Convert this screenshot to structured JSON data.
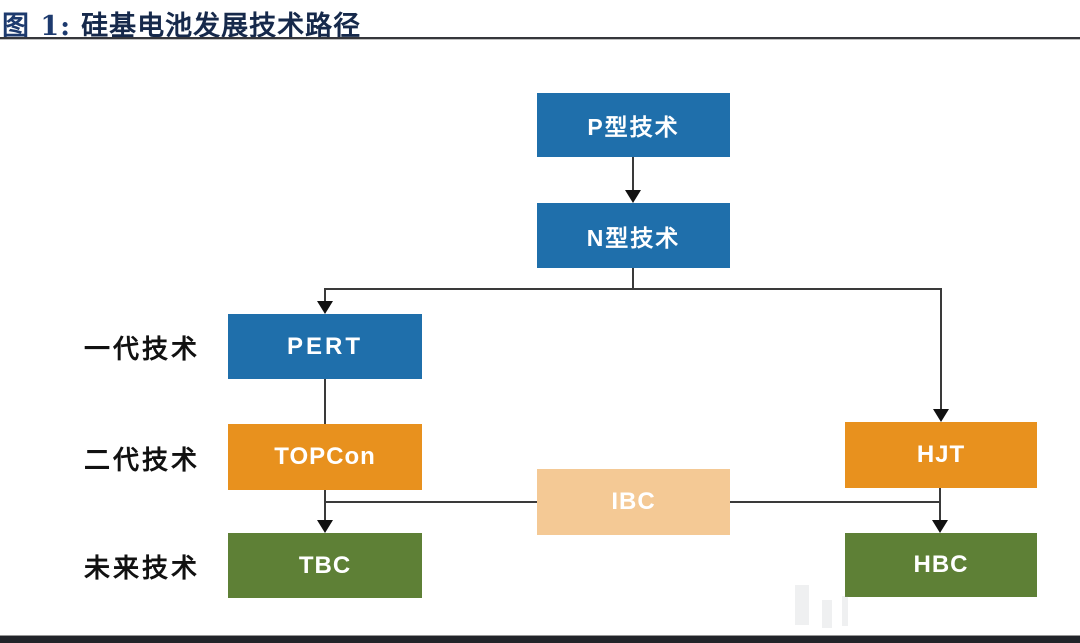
{
  "figure": {
    "label": "图 1:",
    "title": "硅基电池发展技术路径"
  },
  "rows": [
    {
      "label": "一代技术"
    },
    {
      "label": "二代技术"
    },
    {
      "label": "未来技术"
    }
  ],
  "nodes": {
    "p_type": {
      "label": "P型技术",
      "color": "#1f6fab"
    },
    "n_type": {
      "label": "N型技术",
      "color": "#1f6fab"
    },
    "pert": {
      "label": "PERT",
      "color": "#1f6fab"
    },
    "topcon": {
      "label": "TOPCon",
      "color": "#e8911e"
    },
    "tbc": {
      "label": "TBC",
      "color": "#5e8036"
    },
    "ibc": {
      "label": "IBC",
      "color": "#f4c995"
    },
    "hjt": {
      "label": "HJT",
      "color": "#e8911e"
    },
    "hbc": {
      "label": "HBC",
      "color": "#5e8036"
    }
  },
  "edges": [
    {
      "from": "P型技术",
      "to": "N型技术",
      "arrow": true
    },
    {
      "from": "N型技术",
      "to": "PERT",
      "arrow": true
    },
    {
      "from": "N型技术",
      "to": "HJT",
      "arrow": true
    },
    {
      "from": "PERT",
      "to": "TOPCon",
      "arrow": false
    },
    {
      "from": "TOPCon",
      "to": "TBC",
      "arrow": true
    },
    {
      "from": "TOPCon",
      "to": "IBC",
      "arrow": false
    },
    {
      "from": "IBC",
      "to": "HJT/HBC",
      "arrow": false
    },
    {
      "from": "HJT",
      "to": "HBC",
      "arrow": true
    }
  ],
  "colors": {
    "node_blue": "#1f6fab",
    "node_orange": "#e8911e",
    "node_tan": "#f4c995",
    "node_green": "#5e8036",
    "title_text": "#16294b",
    "title_rule": "#35363b",
    "connector": "#3a3a3a",
    "bottom_bar": "#212429"
  }
}
